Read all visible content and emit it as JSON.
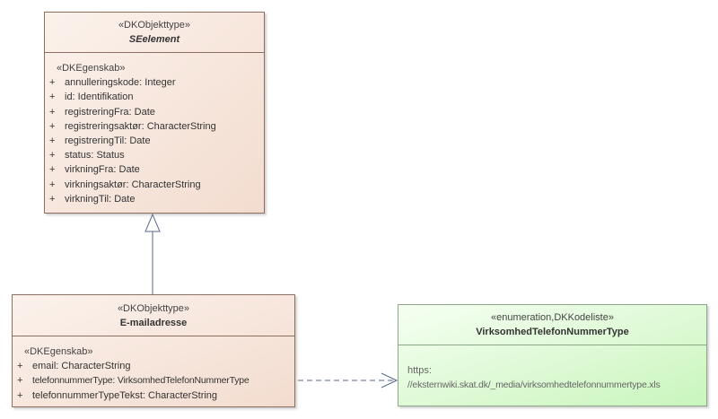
{
  "classes": {
    "seelement": {
      "stereotype": "«DKObjekttype»",
      "name": "SEelement",
      "section_stereotype": "«DKEgenskab»",
      "attributes": [
        {
          "vis": "+",
          "text": "annulleringskode: Integer"
        },
        {
          "vis": "+",
          "text": "id: Identifikation"
        },
        {
          "vis": "+",
          "text": "registreringFra: Date"
        },
        {
          "vis": "+",
          "text": "registreringsaktør: CharacterString"
        },
        {
          "vis": "+",
          "text": "registreringTil: Date"
        },
        {
          "vis": "+",
          "text": "status: Status"
        },
        {
          "vis": "+",
          "text": "virkningFra: Date"
        },
        {
          "vis": "+",
          "text": "virkningsaktør: CharacterString"
        },
        {
          "vis": "+",
          "text": "virkningTil: Date"
        }
      ]
    },
    "emailadresse": {
      "stereotype": "«DKObjekttype»",
      "name": "E-mailadresse",
      "section_stereotype": "«DKEgenskab»",
      "attributes": [
        {
          "vis": "+",
          "text": "email: CharacterString"
        },
        {
          "vis": "+",
          "text": "telefonnummerType: VirksomhedTelefonNummerType"
        },
        {
          "vis": "+",
          "text": "telefonnummerTypeTekst: CharacterString"
        }
      ]
    },
    "enum": {
      "stereotype": "«enumeration,DKKodeliste»",
      "name": "VirksomhedTelefonNummerType",
      "note_line1": "https:",
      "note_line2": "//eksternwiki.skat.dk/_media/virksomhedtelefonnummertype.xls"
    }
  },
  "colors": {
    "class_fill": "#f3dccf",
    "class_border": "#8c6f5e",
    "enum_fill": "#c9f5bd",
    "connector": "#5a6a8a"
  }
}
